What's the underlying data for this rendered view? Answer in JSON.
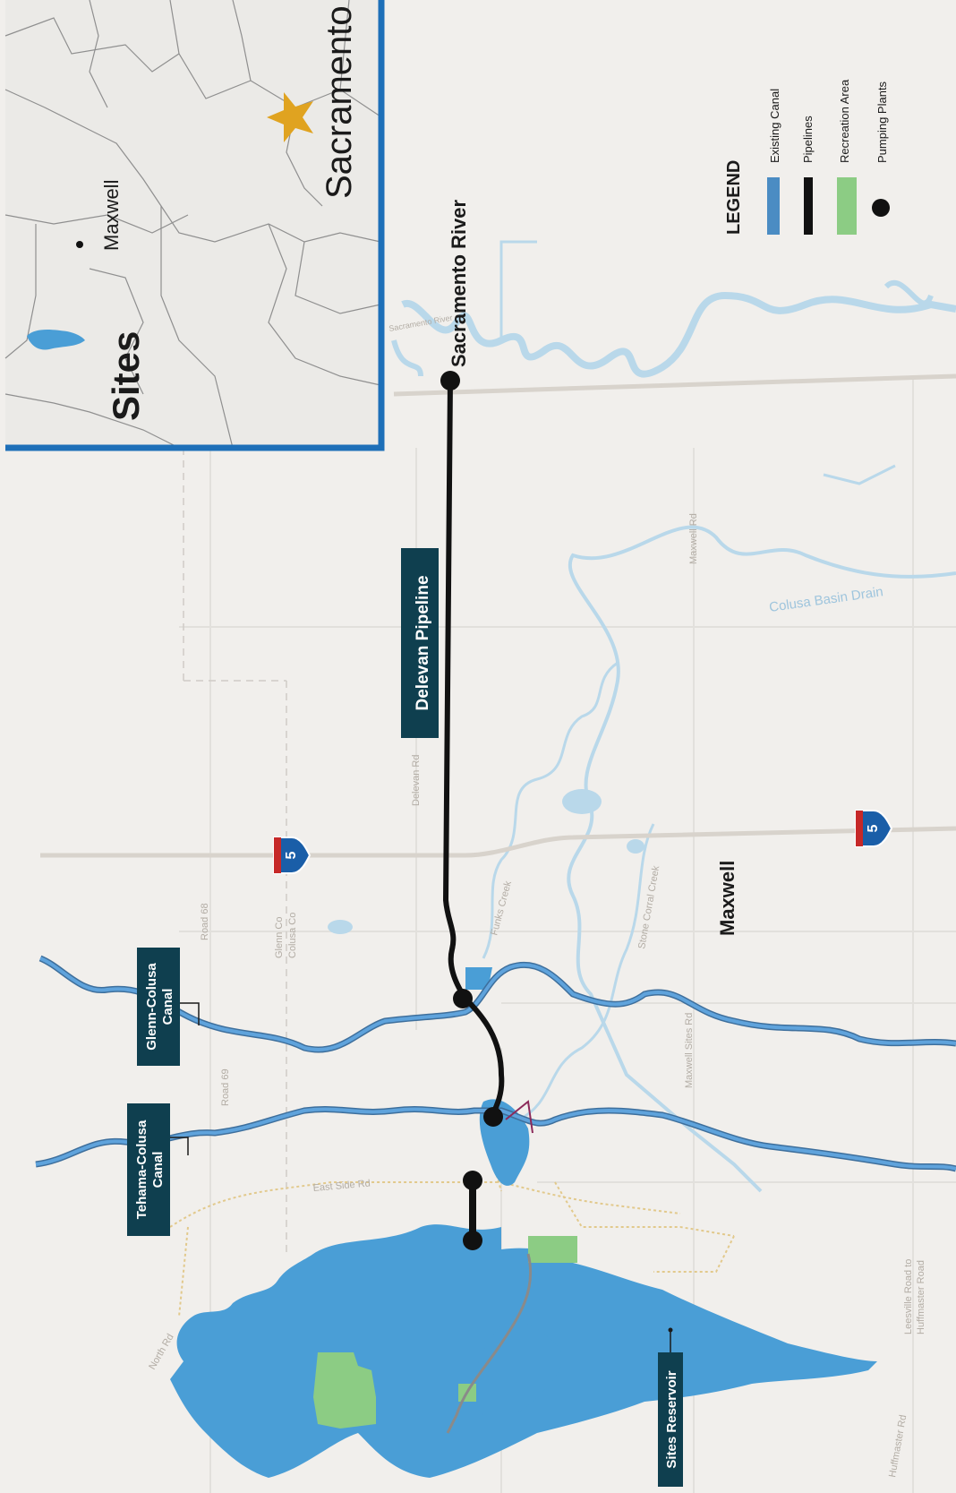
{
  "labels": {
    "delevan_pipeline": "Delevan Pipeline",
    "sacramento_river": "Sacramento River",
    "glenn_colusa_1": "Glenn-Colusa",
    "glenn_colusa_2": "Canal",
    "tehama_colusa_1": "Tehama-Colusa",
    "tehama_colusa_2": "Canal",
    "sites_reservoir": "Sites Reservoir",
    "maxwell": "Maxwell",
    "colusa_basin_drain": "Colusa Basin Drain",
    "interstate": "5"
  },
  "roads": {
    "delevan_rd": "Delevan Rd",
    "road_68": "Road 68",
    "glenn_colusa_co_1": "Glenn Co",
    "glenn_colusa_co_2": "Colusa Co",
    "road_69": "Road 69",
    "east_side_rd": "East Side Rd",
    "north_rd": "North Rd",
    "maxwell_sites_rd": "Maxwell Sites Rd",
    "maxwell_rd": "Maxwell Rd",
    "funks_creek": "Funks Creek",
    "stone_corral_creek": "Stone Corral Creek",
    "huffmaster_rd": "Huffmaster Rd",
    "leesville_1": "Leesville Road to",
    "leesville_2": "Huffmaster Road",
    "river_small": "Sacramento River"
  },
  "inset": {
    "sites": "Sites",
    "maxwell": "Maxwell",
    "sacramento": "Sacramento"
  },
  "legend": {
    "title": "LEGEND",
    "items": [
      "Existing Canal",
      "Pipelines",
      "Recreation Area",
      "Pumping Plants"
    ]
  },
  "colors": {
    "canal": "#4b8cc3",
    "pipeline": "#111111",
    "recreation": "#8ccc84",
    "water": "#4a9ed6",
    "label_box": "#0f3f4f",
    "inset_border": "#1d6fb8",
    "star": "#e0a320"
  }
}
